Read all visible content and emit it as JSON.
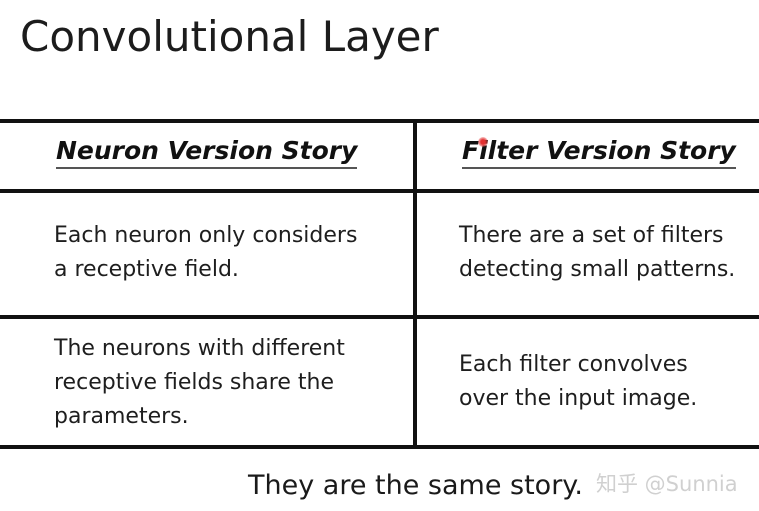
{
  "title": "Convolutional Layer",
  "table": {
    "headers": [
      "Neuron Version Story",
      "Filter Version Story"
    ],
    "rows": [
      {
        "left": [
          "Each neuron only considers",
          "a receptive field."
        ],
        "right": [
          "There are a set of filters",
          "detecting small patterns."
        ]
      },
      {
        "left": [
          "The neurons with different",
          "receptive fields share the",
          "parameters."
        ],
        "right": [
          "Each filter convolves",
          "over the input image."
        ]
      }
    ]
  },
  "footer": "They are the same story.",
  "watermark": "知乎 @Sunnia",
  "colors": {
    "pointer": "#e23030",
    "lines": "#111111"
  }
}
